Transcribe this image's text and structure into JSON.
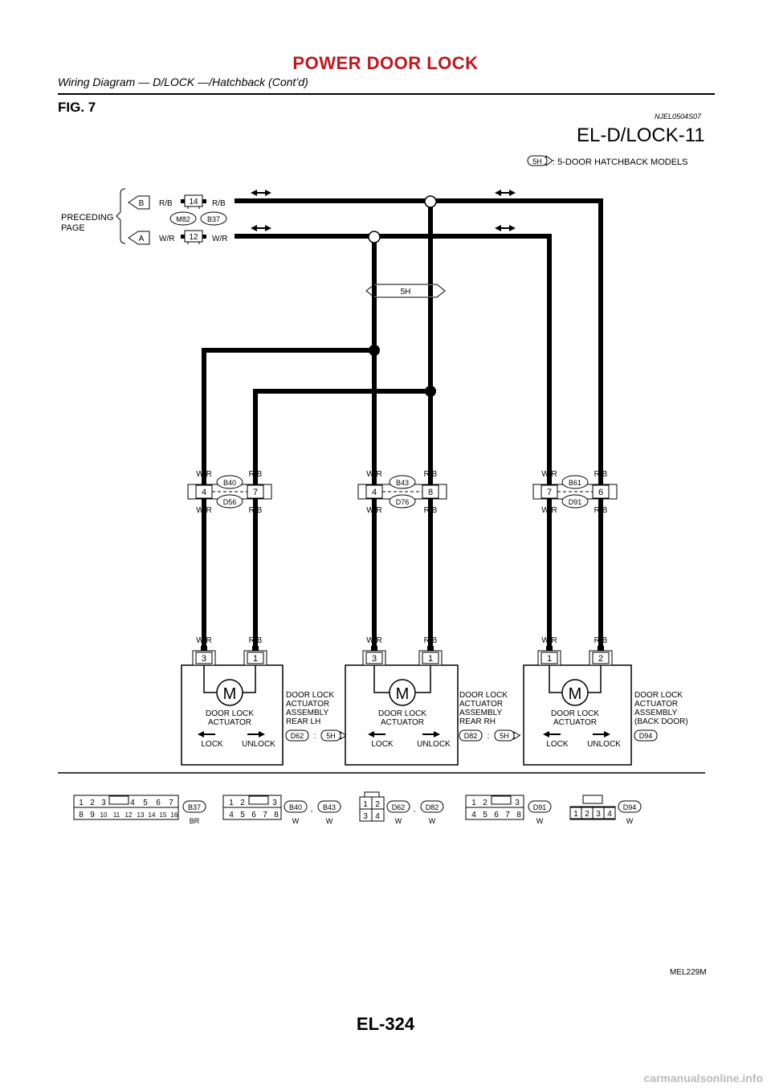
{
  "header": {
    "title": "POWER DOOR LOCK",
    "subtitle": "Wiring Diagram — D/LOCK —/Hatchback (Cont’d)"
  },
  "figure": {
    "label": "FIG. 7",
    "ref": "NJEL0504S07",
    "code": "EL-D/LOCK-11"
  },
  "legend": {
    "symbol": "5H",
    "text": ": 5-DOOR HATCHBACK MODELS"
  },
  "preceding": {
    "text_line1": "PRECEDING",
    "text_line2": "PAGE",
    "conn_b": "B",
    "conn_a": "A",
    "pin_b": "14",
    "pin_a": "12",
    "wire_rb": "R/B",
    "wire_wr": "W/R",
    "conn_m82": "M82",
    "conn_b37": "B37"
  },
  "junction_label": "5H",
  "connectors": [
    {
      "top": "B40",
      "bottom": "D56",
      "pin_left": "4",
      "pin_right": "7"
    },
    {
      "top": "B43",
      "bottom": "D76",
      "pin_left": "4",
      "pin_right": "8"
    },
    {
      "top": "B61",
      "bottom": "D91",
      "pin_left": "7",
      "pin_right": "6"
    }
  ],
  "wires": {
    "wr": "W/R",
    "rb": "R/B"
  },
  "actuators": [
    {
      "pin_left": "3",
      "pin_right": "1",
      "motor": "M",
      "name1": "DOOR LOCK",
      "name2": "ACTUATOR",
      "lock": "LOCK",
      "unlock": "UNLOCK",
      "asm1": "DOOR LOCK",
      "asm2": "ACTUATOR",
      "asm3": "ASSEMBLY",
      "asm4": "REAR LH",
      "conn": "D62",
      "sep": ":",
      "cond": "5H"
    },
    {
      "pin_left": "3",
      "pin_right": "1",
      "motor": "M",
      "name1": "DOOR LOCK",
      "name2": "ACTUATOR",
      "lock": "LOCK",
      "unlock": "UNLOCK",
      "asm1": "DOOR LOCK",
      "asm2": "ACTUATOR",
      "asm3": "ASSEMBLY",
      "asm4": "REAR RH",
      "conn": "D82",
      "sep": ":",
      "cond": "5H"
    },
    {
      "pin_left": "1",
      "pin_right": "2",
      "motor": "M",
      "name1": "DOOR LOCK",
      "name2": "ACTUATOR",
      "lock": "LOCK",
      "unlock": "UNLOCK",
      "asm1": "DOOR LOCK",
      "asm2": "ACTUATOR",
      "asm3": "ASSEMBLY",
      "asm4": "(BACK DOOR)",
      "conn": "D94"
    }
  ],
  "connector_faces": {
    "b37": {
      "row1": [
        "1",
        "2",
        "3",
        "4",
        "5",
        "6",
        "7"
      ],
      "row2": [
        "8",
        "9",
        "10",
        "11",
        "12",
        "13",
        "14",
        "15",
        "16"
      ],
      "name": "B37",
      "color": "BR"
    },
    "b40b43": {
      "row1": [
        "1",
        "2",
        "3"
      ],
      "row2": [
        "4",
        "5",
        "6",
        "7",
        "8"
      ],
      "name1": "B40",
      "name2": "B43",
      "color1": "W",
      "color2": "W",
      "sep": ","
    },
    "d62d82": {
      "row1": [
        "1",
        "2"
      ],
      "row2": [
        "3",
        "4"
      ],
      "name1": "D62",
      "name2": "D82",
      "color1": "W",
      "color2": "W",
      "sep": ","
    },
    "d91": {
      "row1": [
        "1",
        "2",
        "3"
      ],
      "row2": [
        "4",
        "5",
        "6",
        "7",
        "8"
      ],
      "name": "D91",
      "color": "W"
    },
    "d94": {
      "row1": [
        "1",
        "2",
        "3",
        "4"
      ],
      "name": "D94",
      "color": "W"
    }
  },
  "footer": {
    "ref": "MEL229M",
    "page": "EL-324",
    "watermark": "carmanualsonline.info"
  }
}
